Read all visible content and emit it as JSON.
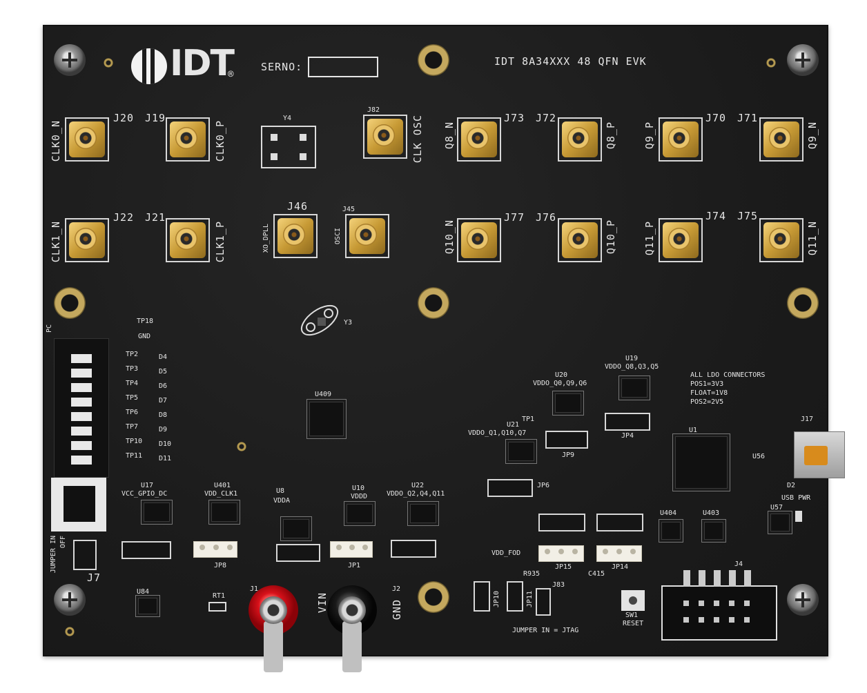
{
  "board": {
    "brand": "IDT",
    "brand_mark": "®",
    "serno_label": "SERNO:",
    "title": "IDT 8A34XXX 48 QFN EVK",
    "ldo_note": [
      "ALL LDO CONNECTORS",
      "POS1=3V3",
      "FLOAT=1V8",
      "POS2=2V5"
    ]
  },
  "connectors_top": [
    {
      "id": "J20",
      "label": "CLK0_N"
    },
    {
      "id": "J19",
      "label": "CLK0_P"
    },
    {
      "id": "J82",
      "label": "CLK OSC"
    },
    {
      "id": "J73",
      "label": "Q8_N"
    },
    {
      "id": "J72",
      "label": "Q8_P"
    },
    {
      "id": "J70",
      "label": "Q9_P"
    },
    {
      "id": "J71",
      "label": "Q9_N"
    }
  ],
  "connectors_mid": [
    {
      "id": "J22",
      "label": "CLK1_N"
    },
    {
      "id": "J21",
      "label": "CLK1_P"
    },
    {
      "id": "J46",
      "label": "XO_DPLL"
    },
    {
      "id": "J45",
      "label": "OSCI"
    },
    {
      "id": "J77",
      "label": "Q10_N"
    },
    {
      "id": "J76",
      "label": "Q10_P"
    },
    {
      "id": "J74",
      "label": "Q11_P"
    },
    {
      "id": "J75",
      "label": "Q11_N"
    }
  ],
  "regulators": [
    {
      "id": "U401",
      "label": "VDD_CLK1"
    },
    {
      "id": "U17",
      "label": "VCC_GPIO_DC"
    },
    {
      "id": "U8",
      "label": "VDDA"
    },
    {
      "id": "U10",
      "label": "VDDD"
    },
    {
      "id": "U22",
      "label": "VDDO_Q2,Q4,Q11"
    },
    {
      "id": "U20",
      "label": "VDDO_Q0,Q9,Q6"
    },
    {
      "id": "U19",
      "label": "VDDO_Q8,Q3,Q5"
    },
    {
      "id": "U21",
      "label": "VDDO_Q1,Q10,Q7"
    }
  ],
  "misc_labels": {
    "u409": "U409",
    "u1": "U1",
    "y3": "Y3",
    "y4": "Y4",
    "tp18": "TP18",
    "gnd_tp": "GND",
    "pc": "PC",
    "jumper": "JUMPER IN",
    "off": "OFF",
    "j7": "J7",
    "j1": "J1",
    "j2": "J2",
    "gnd": "GND",
    "vin": "VIN",
    "j17": "J17",
    "usb_pwr": "USB PWR",
    "d2": "D2",
    "u57": "U57",
    "u56": "U56",
    "sw1": "SW1",
    "reset": "RESET",
    "j4": "J4",
    "jtag_note": "JUMPER IN = JTAG",
    "vdd_fod": "VDD_FOD",
    "rt1": "RT1",
    "u84": "U84",
    "u403": "U403",
    "u404": "U404",
    "j83": "J83",
    "r935": "R935",
    "c415": "C415",
    "jp8": "JP8",
    "jp1": "JP1",
    "jp9": "JP9",
    "jp4": "JP4",
    "jp6": "JP6",
    "jp15": "JP15",
    "jp14": "JP14",
    "jp11": "JP11",
    "jp10": "JP10",
    "tp1": "TP1"
  },
  "dip_labels": [
    "D4",
    "D5",
    "D6",
    "D7",
    "D8",
    "D9",
    "D10",
    "D11"
  ],
  "tp_labels": [
    "TP2",
    "TP3",
    "TP4",
    "TP5",
    "TP6",
    "TP7",
    "TP10",
    "TP11"
  ]
}
